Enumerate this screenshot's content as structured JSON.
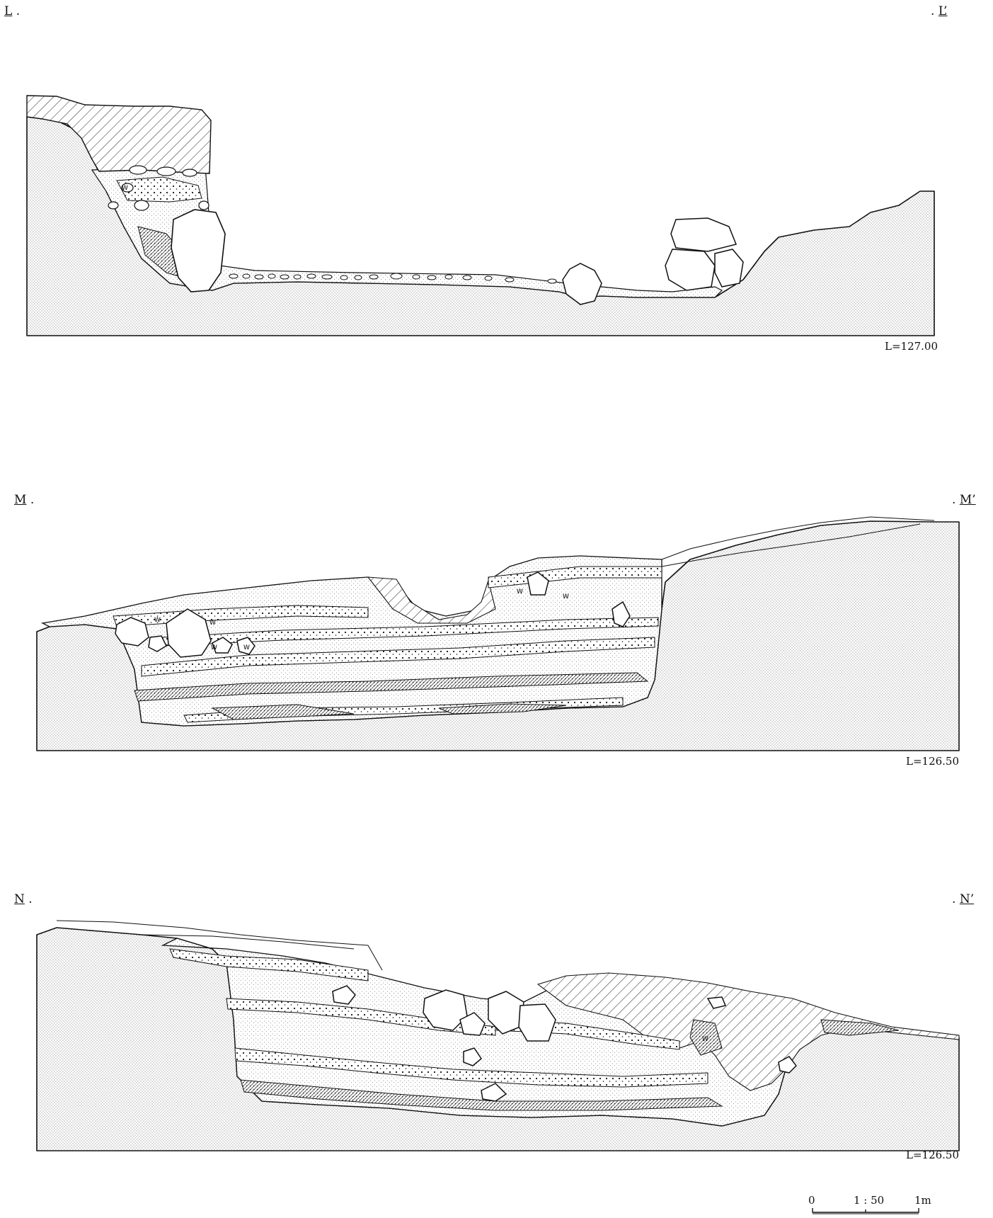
{
  "sections": [
    {
      "id": "L",
      "left_label": "L",
      "right_label": "L’",
      "elevation": "L=127.00"
    },
    {
      "id": "M",
      "left_label": "M",
      "right_label": "M’",
      "elevation": "L=126.50"
    },
    {
      "id": "N",
      "left_label": "N",
      "right_label": "N’",
      "elevation": "L=126.50"
    }
  ],
  "wood_marker": "W",
  "scale_bar": {
    "zero": "0",
    "ratio": "1 : 50",
    "end": "1m"
  }
}
